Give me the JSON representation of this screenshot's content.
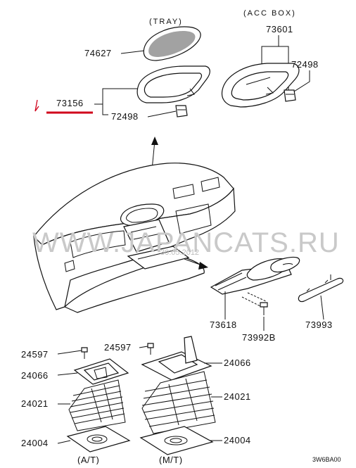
{
  "captions": {
    "tray": "(TRAY)",
    "acc_box": "(ACC BOX)",
    "at": "(A/T)",
    "mt": "(M/T)"
  },
  "parts": {
    "p74627": "74627",
    "p73601": "73601",
    "p72498_right": "72498",
    "p73156": "73156",
    "p72498_left": "72498",
    "p73618": "73618",
    "p73992b": "73992B",
    "p73993": "73993",
    "p24597_left": "24597",
    "p24597_right": "24597",
    "p24066_left": "24066",
    "p24066_right": "24066",
    "p24021_left": "24021",
    "p24021_right": "24021",
    "p24004_left": "24004",
    "p24004_right": "24004"
  },
  "watermark": {
    "site": "WWW.JAPANCATS.RU",
    "date": "30.05.2012"
  },
  "diagram_code": "3W6BA00",
  "colors": {
    "highlight": "#d0021b",
    "line": "#111111"
  }
}
